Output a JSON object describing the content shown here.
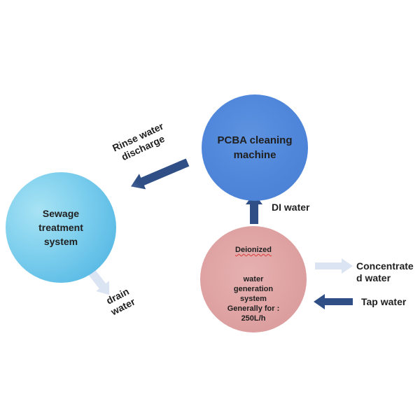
{
  "nodes": {
    "pcba": "PCBA cleaning\nmachine",
    "sewage": "Sewage\ntreatment\nsystem",
    "deionized_first": "Deionized",
    "deionized_rest": "water\ngeneration\nsystem\nGenerally for :\n250L/h"
  },
  "labels": {
    "rinse": "Rinse water\ndischarge",
    "drain": "drain\nwater",
    "di": "DI water",
    "concentrate": "Concentrate\nd water",
    "tap": "Tap water"
  },
  "colors": {
    "pcba": "#4f86da",
    "sewage": "#6cc6ea",
    "deionized": "#dea1a1",
    "arrow_dark": "#2f4f86",
    "arrow_light": "#c9d6ec"
  }
}
